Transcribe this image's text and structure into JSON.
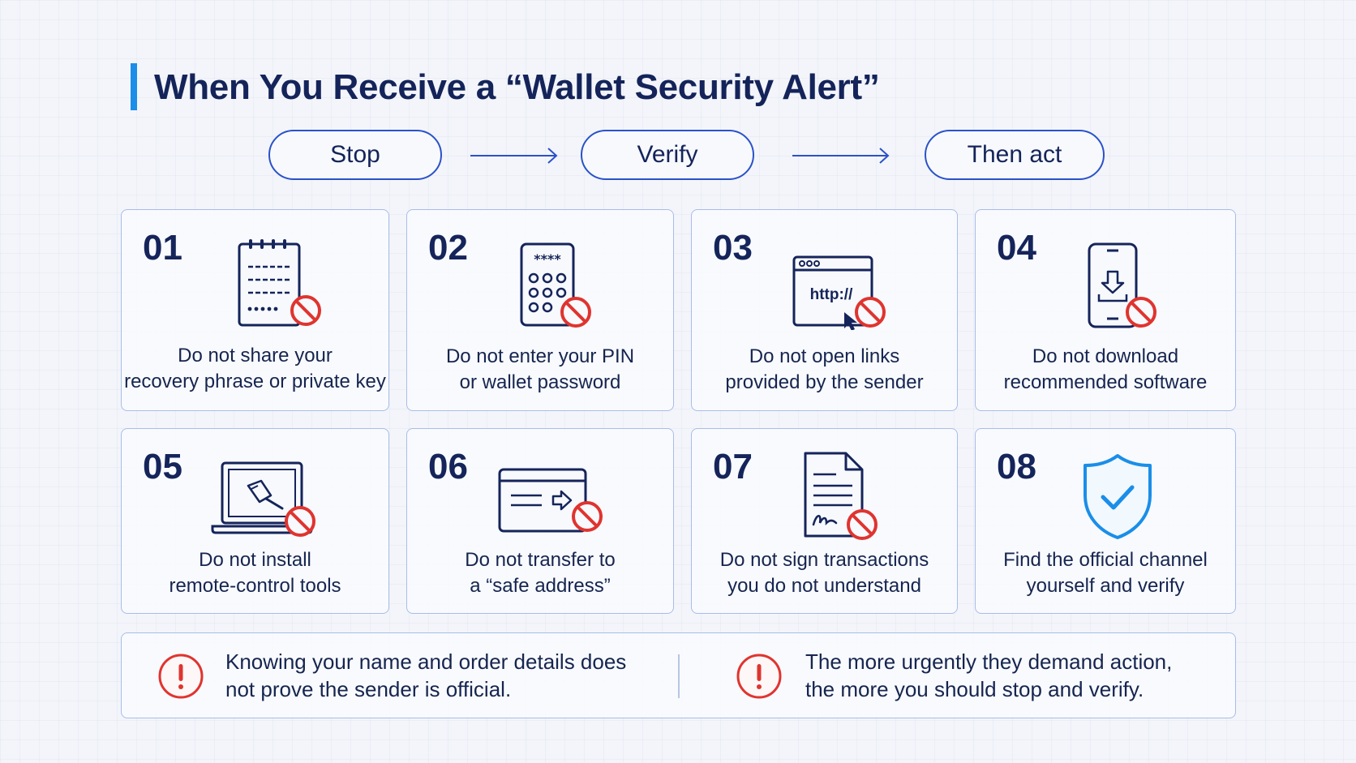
{
  "title": "When You Receive a “Wallet Security Alert”",
  "steps": [
    "Stop",
    "Verify",
    "Then act"
  ],
  "cards": [
    {
      "num": "01",
      "icon": "recovery-phrase-sheet-icon",
      "line1": "Do not share your",
      "line2": "recovery phrase or private key"
    },
    {
      "num": "02",
      "icon": "pin-keypad-icon",
      "line1": "Do not enter your PIN",
      "line2": "or wallet password"
    },
    {
      "num": "03",
      "icon": "browser-link-icon",
      "icon_text": "http://",
      "line1": "Do not open links",
      "line2": "provided by the sender"
    },
    {
      "num": "04",
      "icon": "phone-download-icon",
      "line1": "Do not download",
      "line2": "recommended software"
    },
    {
      "num": "05",
      "icon": "laptop-remote-control-icon",
      "line1": "Do not install",
      "line2": "remote-control tools"
    },
    {
      "num": "06",
      "icon": "card-transfer-icon",
      "line1": "Do not transfer to",
      "line2": "a “safe address”"
    },
    {
      "num": "07",
      "icon": "signed-document-icon",
      "line1": "Do not sign transactions",
      "line2": "you do not understand"
    },
    {
      "num": "08",
      "icon": "shield-check-icon",
      "line1": "Find the official channel",
      "line2": "yourself and verify"
    }
  ],
  "footer": [
    {
      "icon": "warning-icon",
      "line1": "Knowing your name and order details does",
      "line2": "not prove the sender is official."
    },
    {
      "icon": "warning-icon",
      "line1": "The more urgently they demand action,",
      "line2": "the more you should stop and verify."
    }
  ],
  "colors": {
    "navy": "#14245a",
    "blue": "#2a52c8",
    "accent": "#1a8ee8",
    "prohibited": "#e0342f",
    "card_border": "#a9bde8",
    "background": "#f3f5fa"
  }
}
